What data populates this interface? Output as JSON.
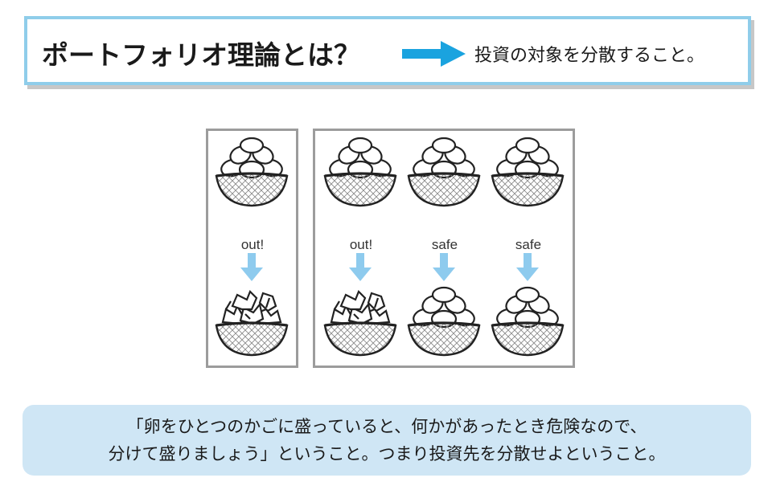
{
  "header": {
    "title": "ポートフォリオ理論とは？",
    "description": "投資の対象を分散すること。",
    "arrow_color": "#1aa3df",
    "border_color": "#8fcdea"
  },
  "diagram": {
    "panels": [
      {
        "columns": [
          {
            "label": "out!",
            "top_basket": "whole-eggs",
            "bottom_basket": "broken-eggs"
          }
        ]
      },
      {
        "columns": [
          {
            "label": "out!",
            "top_basket": "whole-eggs",
            "bottom_basket": "broken-eggs"
          },
          {
            "label": "safe",
            "top_basket": "whole-eggs",
            "bottom_basket": "whole-eggs"
          },
          {
            "label": "safe",
            "top_basket": "whole-eggs",
            "bottom_basket": "whole-eggs"
          }
        ]
      }
    ],
    "down_arrow_color": "#8ecbee",
    "panel_border_color": "#9c9c9c"
  },
  "note": {
    "line1": "「卵をひとつのかごに盛っていると、何かがあったとき危険なので、",
    "line2": "分けて盛りましょう」ということ。つまり投資先を分散せよということ。",
    "background": "#cfe6f5"
  }
}
